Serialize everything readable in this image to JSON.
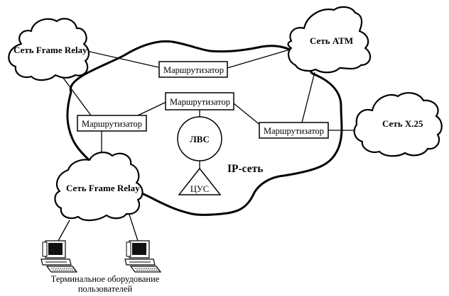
{
  "diagram": {
    "ip_network": {
      "label": "IP-сеть"
    },
    "clouds": {
      "frame_relay_top": {
        "label": "Сеть Frame Relay"
      },
      "atm": {
        "label": "Сеть ATM"
      },
      "x25": {
        "label": "Сеть X.25"
      },
      "frame_relay_bottom": {
        "label": "Сеть Frame Relay"
      }
    },
    "routers": {
      "top": {
        "label": "Маршрутизатор"
      },
      "center": {
        "label": "Маршрутизатор"
      },
      "left": {
        "label": "Маршрутизатор"
      },
      "right": {
        "label": "Маршрутизатор"
      }
    },
    "lan": {
      "label": "ЛВС"
    },
    "control_center": {
      "label": "ЦУС"
    },
    "terminals": {
      "caption_line1": "Терминальное оборудование",
      "caption_line2": "пользователей"
    }
  }
}
